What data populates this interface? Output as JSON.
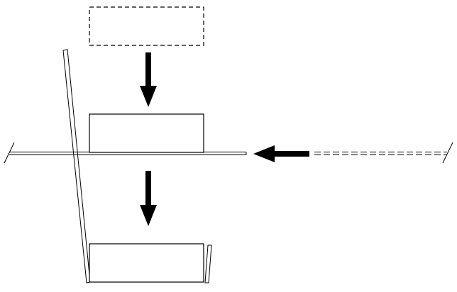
{
  "diagram": {
    "colors": {
      "stroke": "#000000",
      "background": "#ffffff",
      "arrow_fill": "#000000"
    },
    "elements": [
      {
        "id": "ghost-box",
        "kind": "box",
        "style": "dashed"
      },
      {
        "id": "box-on-bar",
        "kind": "box",
        "style": "solid"
      },
      {
        "id": "box-in-container",
        "kind": "box",
        "style": "solid"
      },
      {
        "id": "arrow-down-upper",
        "kind": "arrow",
        "direction": "down"
      },
      {
        "id": "arrow-down-lower",
        "kind": "arrow",
        "direction": "down"
      },
      {
        "id": "arrow-left",
        "kind": "arrow",
        "direction": "left"
      },
      {
        "id": "horizontal-bar",
        "kind": "double-line"
      },
      {
        "id": "bar-extension",
        "kind": "double-line",
        "style": "dashed"
      },
      {
        "id": "container",
        "kind": "tilted-walls"
      }
    ]
  }
}
